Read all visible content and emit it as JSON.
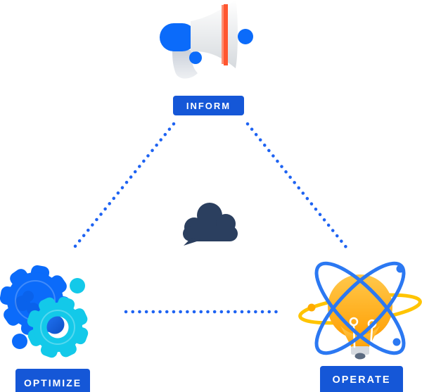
{
  "diagram": {
    "nodes": [
      {
        "id": "inform",
        "label": "INFORM",
        "icon": "megaphone-icon",
        "position": "top"
      },
      {
        "id": "optimize",
        "label": "OPTIMIZE",
        "icon": "gears-icon",
        "position": "bottom-left"
      },
      {
        "id": "operate",
        "label": "OPERATE",
        "icon": "lightbulb-atom-icon",
        "position": "bottom-right"
      }
    ],
    "center": {
      "icon": "cloud-chat-icon"
    },
    "connections": [
      {
        "from": "inform",
        "to": "optimize",
        "style": "dotted"
      },
      {
        "from": "inform",
        "to": "operate",
        "style": "dotted"
      },
      {
        "from": "optimize",
        "to": "operate",
        "style": "dotted"
      }
    ],
    "colors": {
      "label_background": "#1557D7",
      "label_text": "#FFFFFF",
      "connector_dot": "#1E63F2",
      "brand_blue": "#0B6BFA",
      "cyan": "#13C9E9",
      "navy_cloud": "#2B3F5F",
      "orbit_yellow": "#FFC400",
      "bulb_orange": "#FFA005",
      "stripe_red": "#FF5630"
    }
  }
}
